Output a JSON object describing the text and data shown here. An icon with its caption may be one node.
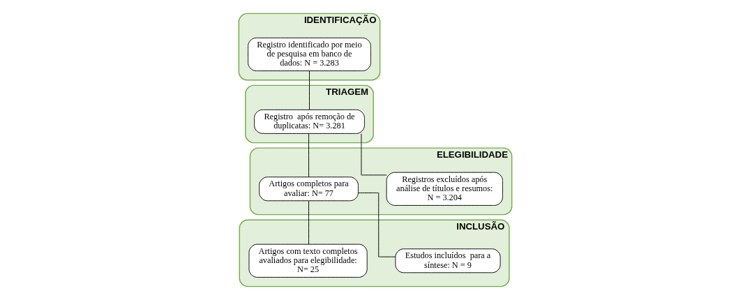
{
  "diagram": {
    "nodes": [
      {
        "text": [
          "IDENTIFICAÇÃO"
        ]
      },
      {
        "text": [
          "Registro identificado por meio de pesquisa em banco de dados: N = 3.283"
        ],
        "in": 0
      },
      {
        "text": [
          "TRIAGEM"
        ]
      },
      {
        "text": [
          "Registro  após remoção de duplicatas: N= 3.281"
        ],
        "in": 2
      },
      {
        "text": [
          "ELEGIBILIDADE"
        ]
      },
      {
        "text": [
          "Artigos completos para avaliar: N= 77"
        ],
        "in": 4
      },
      {
        "text": [
          "Registros excluídos após análise de títulos e resumos: N = 3.204"
        ],
        "in": 4
      },
      {
        "text": [
          "INCLUSÃO"
        ]
      },
      {
        "text": [
          "Artigos com texto completos avaliados para elegibilidade: N= 25"
        ],
        "in": 7
      },
      {
        "text": [
          "Estudos incluídos  para a síntese: N = 9"
        ],
        "in": 7
      }
    ],
    "edges": [
      {
        "from": 1,
        "to": 3,
        "arrow": "none"
      },
      {
        "from": 3,
        "to": 5,
        "arrow": "none"
      },
      {
        "from": 3,
        "to": 6,
        "arrow": "none"
      },
      {
        "from": 5,
        "to": 8,
        "arrow": "none"
      },
      {
        "from": 5,
        "to": 9,
        "arrow": "none"
      }
    ]
  }
}
